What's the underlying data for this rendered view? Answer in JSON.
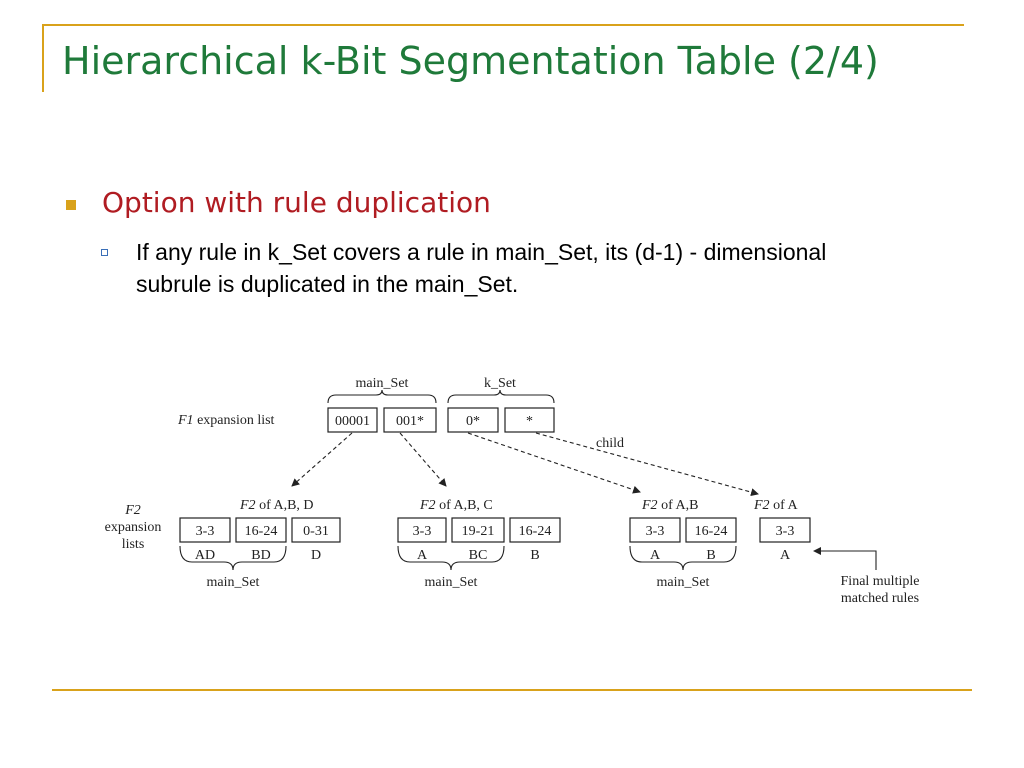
{
  "slide": {
    "title": "Hierarchical k-Bit Segmentation Table (2/4)",
    "heading": "Option with rule duplication",
    "subtext": "If any rule in k_Set covers a rule in main_Set, its (d-1) - dimensional subrule is duplicated in the main_Set."
  },
  "diagram": {
    "main_set_top": "main_Set",
    "k_set_top": "k_Set",
    "f1_italic": "F1",
    "f1_rest": " expansion list",
    "f1_cells": [
      "00001",
      "001*",
      "0*",
      "*"
    ],
    "child": "child",
    "f2_side": [
      "F2",
      "expansion",
      "lists"
    ],
    "groups": [
      {
        "header_italic": "F2",
        "header_rest": " of A,B, D",
        "cells": [
          "3-3",
          "16-24",
          "0-31"
        ],
        "labels": [
          "AD",
          "BD",
          "D"
        ],
        "bottom": "main_Set"
      },
      {
        "header_italic": "F2",
        "header_rest": " of A,B, C",
        "cells": [
          "3-3",
          "19-21",
          "16-24"
        ],
        "labels": [
          "A",
          "BC",
          "B"
        ],
        "bottom": "main_Set"
      },
      {
        "header_italic": "F2",
        "header_rest": " of A,B",
        "cells": [
          "3-3",
          "16-24"
        ],
        "labels": [
          "A",
          "B"
        ],
        "bottom": "main_Set"
      },
      {
        "header_italic": "F2",
        "header_rest": " of A",
        "cells": [
          "3-3"
        ],
        "labels": [
          "A"
        ],
        "bottom": ""
      }
    ],
    "final_label": [
      "Final multiple",
      "matched rules"
    ]
  },
  "colors": {
    "title": "#1f7a3a",
    "heading": "#b01c22",
    "accent": "#d9a21b"
  }
}
